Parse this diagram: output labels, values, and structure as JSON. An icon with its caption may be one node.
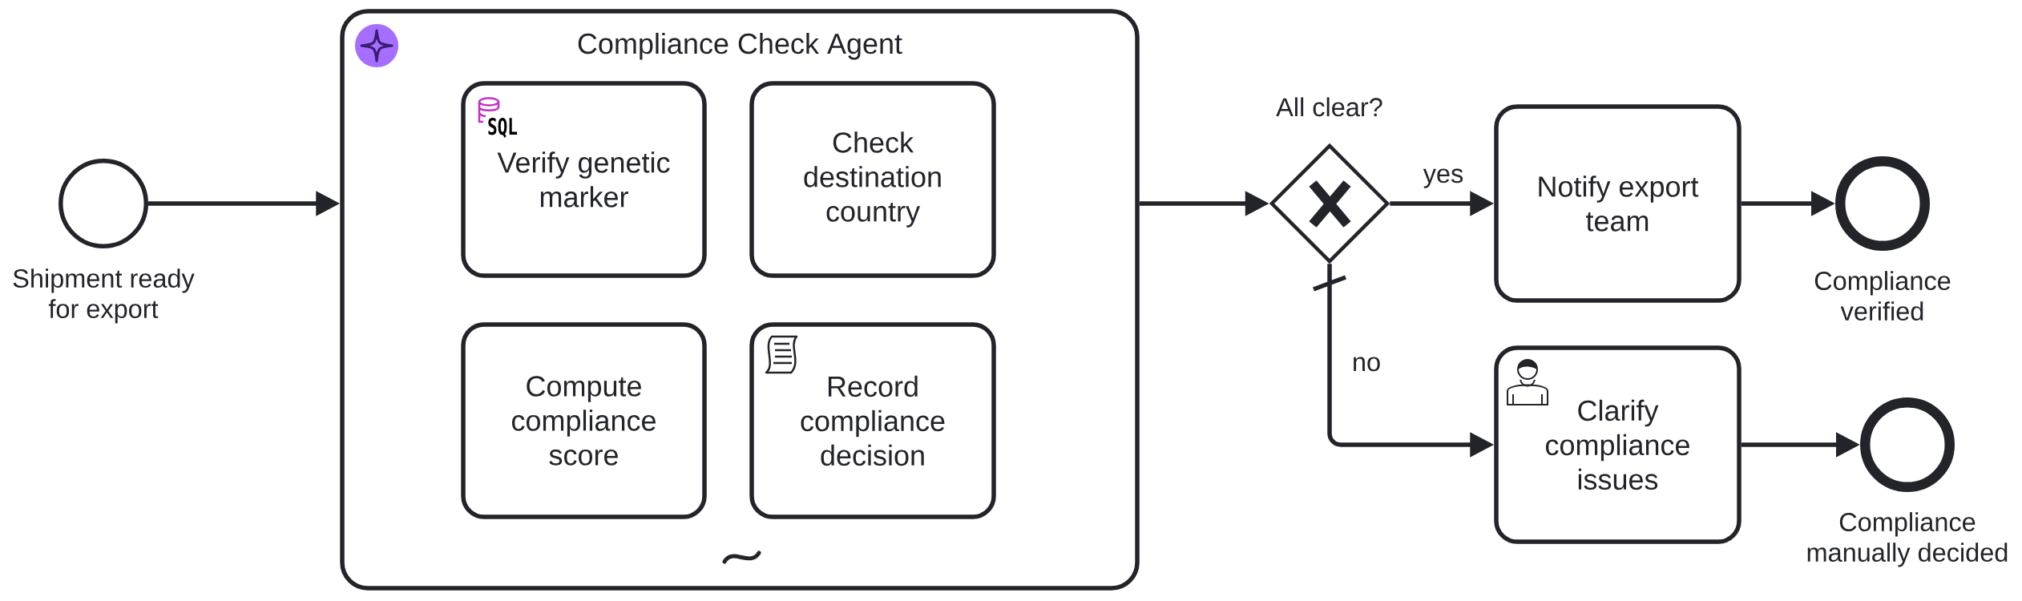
{
  "diagram": {
    "nodes": [
      {
        "text": [],
        "shape": "circle",
        "beside": [
          "Shipment ready for export"
        ]
      },
      {
        "text": [
          "Compliance Check Agent"
        ]
      },
      {
        "text": [
          "Verify genetic marker"
        ],
        "in": 1
      },
      {
        "text": [
          "Check destination country"
        ],
        "in": 1
      },
      {
        "text": [
          "Compute compliance score"
        ],
        "in": 1
      },
      {
        "text": [
          "Record compliance decision"
        ],
        "in": 1
      },
      {
        "text": [],
        "shape": "diamond",
        "beside": [
          "All clear?"
        ]
      },
      {
        "text": [
          "Notify export team"
        ]
      },
      {
        "text": [],
        "shape": "circle",
        "beside": [
          "Compliance verified"
        ]
      },
      {
        "text": [
          "Clarify compliance issues"
        ]
      },
      {
        "text": [],
        "shape": "circle",
        "beside": [
          "Compliance manually decided"
        ]
      }
    ],
    "edges": [
      {
        "from": 0,
        "to": 1,
        "arrow": "to"
      },
      {
        "from": 1,
        "to": 6,
        "arrow": "to"
      },
      {
        "from": 6,
        "to": 7,
        "arrow": "to",
        "label": "yes"
      },
      {
        "from": 6,
        "to": 9,
        "arrow": "to",
        "label": "no"
      },
      {
        "from": 7,
        "to": 8,
        "arrow": "to"
      },
      {
        "from": 9,
        "to": 10,
        "arrow": "to"
      }
    ],
    "labels": [
      "SQL"
    ]
  }
}
